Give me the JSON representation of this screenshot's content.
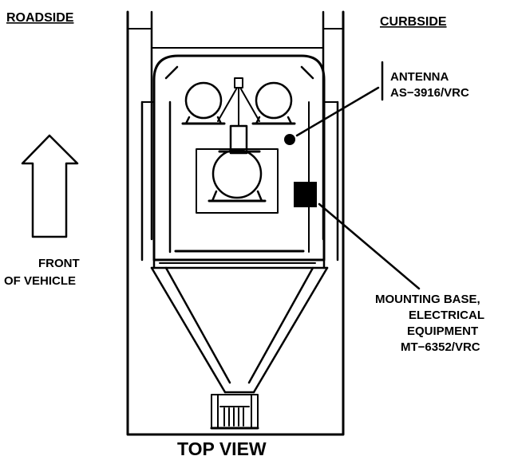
{
  "labels": {
    "roadside": "ROADSIDE",
    "curbside": "CURBSIDE",
    "antenna_line1": "ANTENNA",
    "antenna_line2": "AS−3916/VRC",
    "front_line1": "FRONT",
    "front_line2": "OF VEHICLE",
    "mount_line1": "MOUNTING BASE,",
    "mount_line2": "ELECTRICAL",
    "mount_line3": "EQUIPMENT",
    "mount_line4": "MT−6352/VRC",
    "view_title": "TOP VIEW"
  },
  "colors": {
    "ink": "#000000",
    "paper": "#ffffff"
  }
}
